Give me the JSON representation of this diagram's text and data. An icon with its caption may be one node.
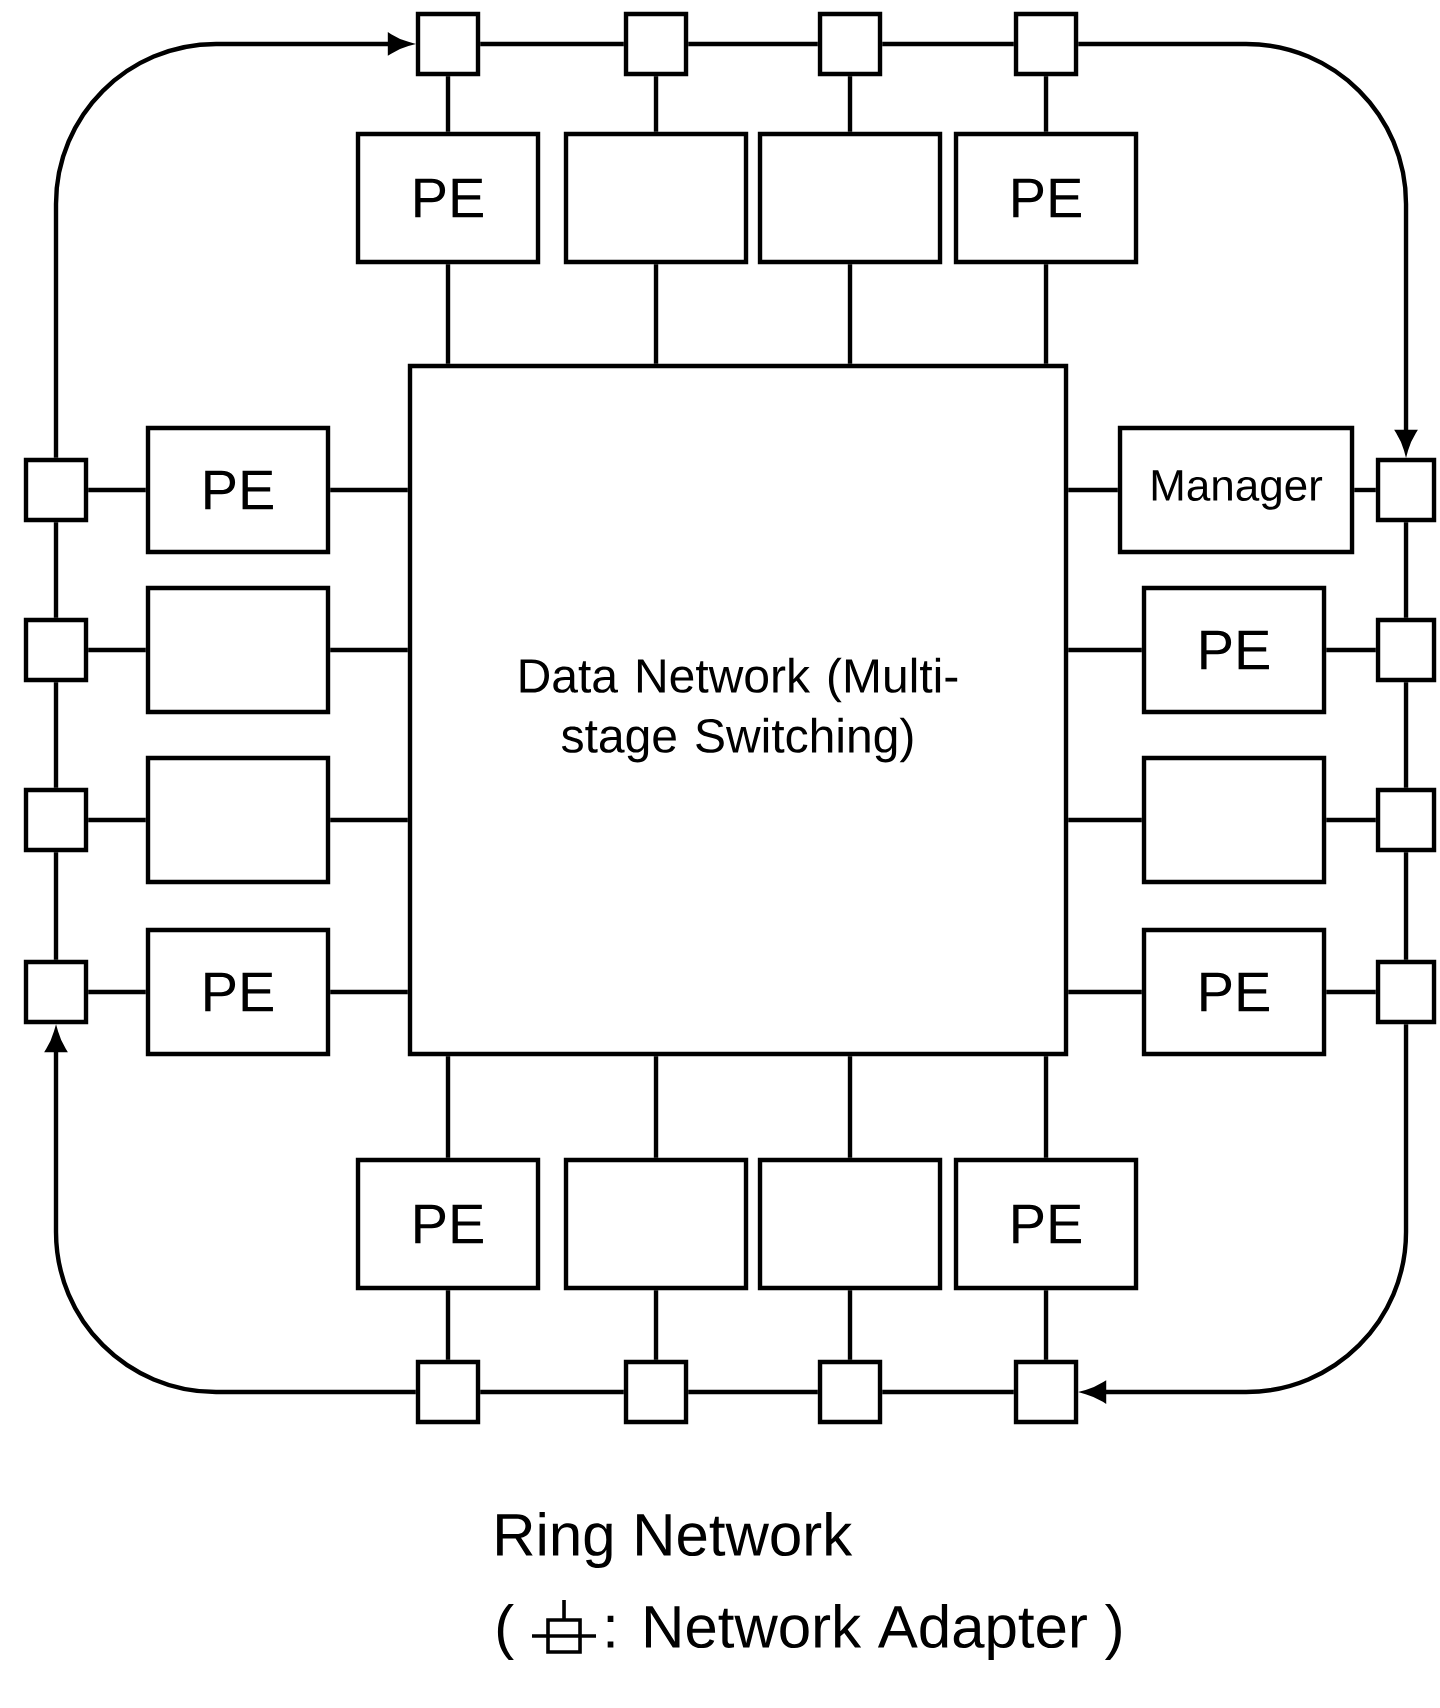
{
  "diagram": {
    "nodes": [
      {
        "text": [],
        "shape": "box"
      },
      {
        "text": [],
        "shape": "box"
      },
      {
        "text": [],
        "shape": "box"
      },
      {
        "text": [],
        "shape": "box"
      },
      {
        "text": [
          "PE"
        ]
      },
      {
        "text": [],
        "shape": "box"
      },
      {
        "text": [],
        "shape": "box"
      },
      {
        "text": [
          "PE"
        ]
      },
      {
        "text": [
          "Data Network (Multi-stage Switching)"
        ]
      },
      {
        "text": [
          "PE"
        ]
      },
      {
        "text": [],
        "shape": "box"
      },
      {
        "text": [],
        "shape": "box"
      },
      {
        "text": [
          "PE"
        ]
      },
      {
        "text": [],
        "shape": "box"
      },
      {
        "text": [],
        "shape": "box"
      },
      {
        "text": [],
        "shape": "box"
      },
      {
        "text": [],
        "shape": "box"
      },
      {
        "text": [
          "Manager"
        ]
      },
      {
        "text": [
          "PE"
        ]
      },
      {
        "text": [],
        "shape": "box"
      },
      {
        "text": [
          "PE"
        ]
      },
      {
        "text": [],
        "shape": "box"
      },
      {
        "text": [],
        "shape": "box"
      },
      {
        "text": [],
        "shape": "box"
      },
      {
        "text": [],
        "shape": "box"
      },
      {
        "text": [
          "PE"
        ]
      },
      {
        "text": [],
        "shape": "box"
      },
      {
        "text": [],
        "shape": "box"
      },
      {
        "text": [
          "PE"
        ]
      },
      {
        "text": [],
        "shape": "box"
      },
      {
        "text": [],
        "shape": "box"
      },
      {
        "text": [],
        "shape": "box"
      },
      {
        "text": [],
        "shape": "box"
      }
    ],
    "edges": [
      {
        "from": 4,
        "to": 8,
        "arrow": "none"
      },
      {
        "from": 5,
        "to": 8,
        "arrow": "none"
      },
      {
        "from": 6,
        "to": 8,
        "arrow": "none"
      },
      {
        "from": 7,
        "to": 8,
        "arrow": "none"
      },
      {
        "from": 9,
        "to": 8,
        "arrow": "none"
      },
      {
        "from": 10,
        "to": 8,
        "arrow": "none"
      },
      {
        "from": 11,
        "to": 8,
        "arrow": "none"
      },
      {
        "from": 12,
        "to": 8,
        "arrow": "none"
      },
      {
        "from": 17,
        "to": 8,
        "arrow": "none"
      },
      {
        "from": 18,
        "to": 8,
        "arrow": "none"
      },
      {
        "from": 19,
        "to": 8,
        "arrow": "none"
      },
      {
        "from": 20,
        "to": 8,
        "arrow": "none"
      },
      {
        "from": 25,
        "to": 8,
        "arrow": "none"
      },
      {
        "from": 26,
        "to": 8,
        "arrow": "none"
      },
      {
        "from": 27,
        "to": 8,
        "arrow": "none"
      },
      {
        "from": 28,
        "to": 8,
        "arrow": "none"
      },
      {
        "from": 0,
        "to": 4,
        "arrow": "none"
      },
      {
        "from": 1,
        "to": 5,
        "arrow": "none"
      },
      {
        "from": 2,
        "to": 6,
        "arrow": "none"
      },
      {
        "from": 3,
        "to": 7,
        "arrow": "none"
      },
      {
        "from": 13,
        "to": 9,
        "arrow": "none"
      },
      {
        "from": 14,
        "to": 10,
        "arrow": "none"
      },
      {
        "from": 15,
        "to": 11,
        "arrow": "none"
      },
      {
        "from": 16,
        "to": 12,
        "arrow": "none"
      },
      {
        "from": 21,
        "to": 17,
        "arrow": "none"
      },
      {
        "from": 22,
        "to": 18,
        "arrow": "none"
      },
      {
        "from": 23,
        "to": 19,
        "arrow": "none"
      },
      {
        "from": 24,
        "to": 20,
        "arrow": "none"
      },
      {
        "from": 29,
        "to": 25,
        "arrow": "none"
      },
      {
        "from": 30,
        "to": 26,
        "arrow": "none"
      },
      {
        "from": 31,
        "to": 27,
        "arrow": "none"
      },
      {
        "from": 32,
        "to": 28,
        "arrow": "none"
      },
      {
        "from": 13,
        "to": 0,
        "arrow": "to"
      },
      {
        "from": 0,
        "to": 1,
        "arrow": "none"
      },
      {
        "from": 1,
        "to": 2,
        "arrow": "none"
      },
      {
        "from": 2,
        "to": 3,
        "arrow": "none"
      },
      {
        "from": 3,
        "to": 21,
        "arrow": "to"
      },
      {
        "from": 21,
        "to": 22,
        "arrow": "none"
      },
      {
        "from": 22,
        "to": 23,
        "arrow": "none"
      },
      {
        "from": 23,
        "to": 24,
        "arrow": "none"
      },
      {
        "from": 24,
        "to": 32,
        "arrow": "to"
      },
      {
        "from": 32,
        "to": 31,
        "arrow": "none"
      },
      {
        "from": 31,
        "to": 30,
        "arrow": "none"
      },
      {
        "from": 30,
        "to": 29,
        "arrow": "none"
      },
      {
        "from": 29,
        "to": 16,
        "arrow": "to"
      },
      {
        "from": 16,
        "to": 15,
        "arrow": "none"
      },
      {
        "from": 15,
        "to": 14,
        "arrow": "none"
      },
      {
        "from": 14,
        "to": 13,
        "arrow": "none"
      }
    ],
    "labels": [
      "Ring Network",
      "("
    ],
    "legend": [
      {
        "text": ": Network Adapter )"
      }
    ]
  }
}
